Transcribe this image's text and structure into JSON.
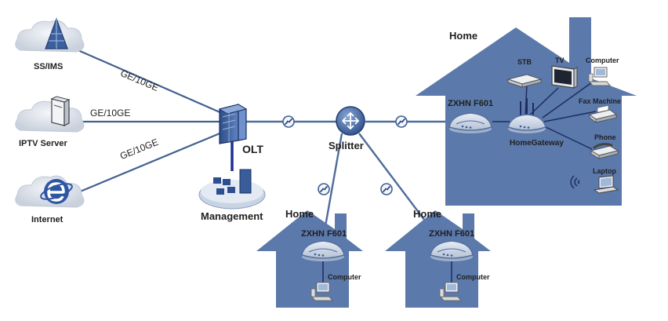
{
  "nodes": {
    "ss_ims": "SS/IMS",
    "iptv": "IPTV Server",
    "internet": "Internet",
    "olt": "OLT",
    "management": "Management",
    "splitter": "Splitter"
  },
  "links": {
    "ss_ims": "GE/10GE",
    "iptv": "GE/10GE",
    "internet": "GE/10GE"
  },
  "home_main": {
    "title": "Home",
    "ont": "ZXHN F601",
    "gateway": "HomeGateway",
    "stb": "STB",
    "tv": "TV",
    "computer": "Computer",
    "fax": "Fax Machine",
    "phone": "Phone",
    "laptop": "Laptop"
  },
  "home_left": {
    "title": "Home",
    "ont": "ZXHN F601",
    "computer": "Computer"
  },
  "home_right": {
    "title": "Home",
    "ont": "ZXHN F601",
    "computer": "Computer"
  },
  "colors": {
    "house": "#5b79ab",
    "fiber": "#4f6c9a",
    "device": "#4a6aa8",
    "cloud": "#dde3ec"
  }
}
